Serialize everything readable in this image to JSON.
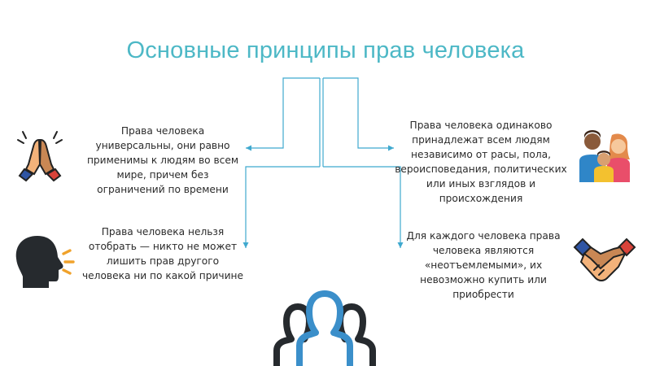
{
  "title": "Основные принципы прав человека",
  "principles": [
    {
      "text": "Права человека универсальны, они равно применимы к людям во всем мире, причем без ограничений по времени",
      "icon": "praying-hands-icon"
    },
    {
      "text": "Права человека одинаково принадлежат всем людям независимо от расы, пола, вероисповедания, политических или иных взглядов и происхождения",
      "icon": "family-icon"
    },
    {
      "text": "Права человека нельзя отобрать — никто не может лишить прав другого человека ни по какой причине",
      "icon": "speaking-head-icon"
    },
    {
      "text": "Для каждого человека права человека являются «неотъемлемыми», их невозможно купить или приобрести",
      "icon": "handshake-icon"
    }
  ],
  "colors": {
    "accent": "#4db8c6",
    "line": "#3fa9cf",
    "text": "#2b2b2b"
  }
}
